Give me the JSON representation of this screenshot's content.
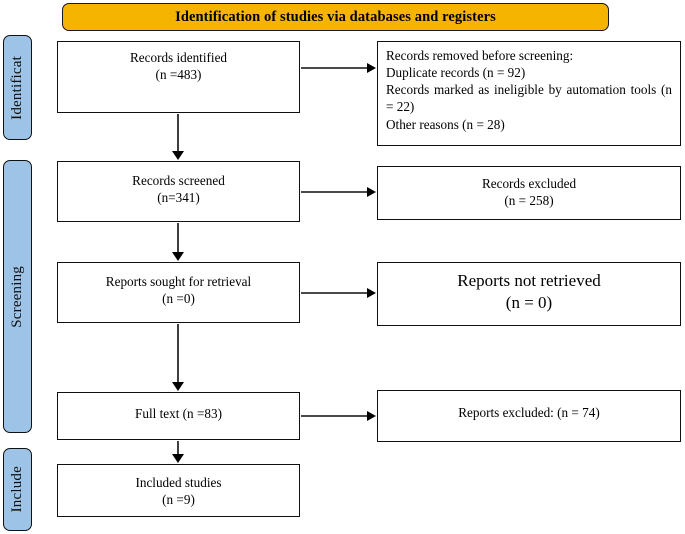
{
  "diagram": {
    "title": "Identification of studies via databases and registers",
    "banner_color": "#F5B400",
    "stage_color": "#9DC3E6",
    "stages": [
      {
        "label": "Identificat"
      },
      {
        "label": "Screening"
      },
      {
        "label": "Include"
      }
    ],
    "boxes": {
      "records_identified": "Records identified\n(n =483)",
      "records_removed": "Records removed before screening:\nDuplicate records (n = 92)\nRecords marked as ineligible by automation tools (n = 22)\nOther reasons (n = 28)",
      "records_screened": "Records screened\n(n=341)",
      "records_excluded": "Records excluded\n(n = 258)",
      "reports_sought": "Reports sought for retrieval\n(n =0)",
      "reports_not_retrieved": "Reports not retrieved\n(n = 0)",
      "full_text": "Full text (n =83)",
      "reports_excluded": "Reports excluded: (n = 74)",
      "included_studies": "Included studies\n(n =9)"
    },
    "counts": {
      "records_identified": 483,
      "duplicate_records_removed": 92,
      "ineligible_automation_tools": 22,
      "other_reasons_removed": 28,
      "records_screened": 341,
      "records_excluded": 258,
      "reports_sought_for_retrieval": 0,
      "reports_not_retrieved": 0,
      "full_text_assessed": 83,
      "reports_excluded": 74,
      "included_studies": 9
    }
  }
}
